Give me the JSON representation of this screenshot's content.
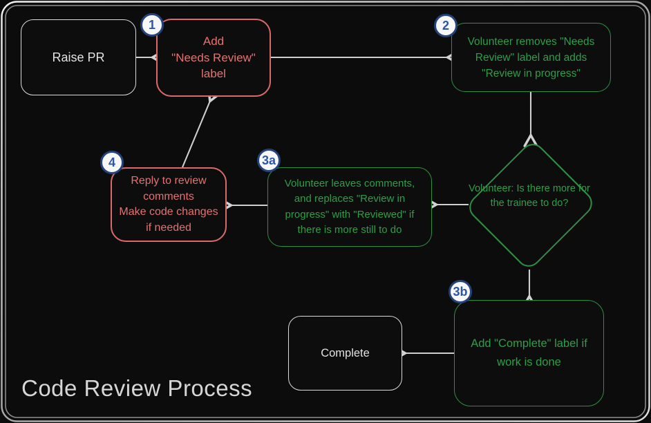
{
  "title": "Code Review Process",
  "colors": {
    "background": "#0c0c0c",
    "red_accent": "#dd6a6a",
    "green_accent": "#2f9e48",
    "white_accent": "#dcdcdc",
    "badge_border": "#24437c",
    "badge_text": "#2b57a5",
    "arrow": "#cfcfcf"
  },
  "nodes": {
    "raise_pr": {
      "label": "Raise PR"
    },
    "step1": {
      "badge": "1",
      "lines": [
        "Add",
        "\"Needs Review\"",
        "label"
      ]
    },
    "step2": {
      "badge": "2",
      "lines": [
        "Volunteer removes \"Needs",
        "Review\" label and adds",
        "\"Review in progress\""
      ]
    },
    "decision": {
      "lines": [
        "Volunteer:",
        "Is there more for",
        "the trainee to do?"
      ]
    },
    "step3a": {
      "badge": "3a",
      "lines": [
        "Volunteer leaves comments,",
        "and replaces \"Review in",
        "progress\" with \"Reviewed\" if",
        "there is more still to do"
      ]
    },
    "step4": {
      "badge": "4",
      "lines": [
        "Reply to review",
        "comments",
        "Make code changes",
        "if needed"
      ]
    },
    "step3b": {
      "badge": "3b",
      "lines": [
        "Add \"Complete\" label if",
        "work is done"
      ]
    },
    "complete": {
      "label": "Complete"
    }
  },
  "edges": [
    {
      "from": "raise_pr",
      "to": "step1"
    },
    {
      "from": "step1",
      "to": "step2"
    },
    {
      "from": "step2",
      "to": "decision"
    },
    {
      "from": "decision",
      "to": "step3a"
    },
    {
      "from": "step3a",
      "to": "step4"
    },
    {
      "from": "step4",
      "to": "step1"
    },
    {
      "from": "decision",
      "to": "step3b"
    },
    {
      "from": "step3b",
      "to": "complete"
    }
  ]
}
